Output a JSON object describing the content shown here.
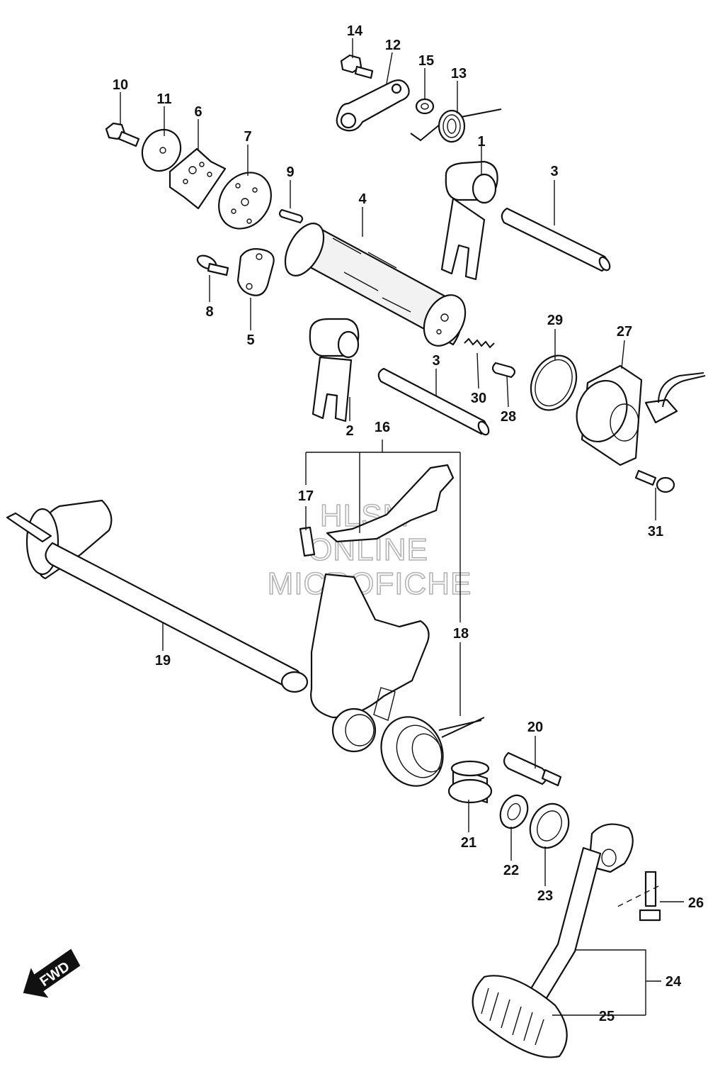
{
  "diagram": {
    "callouts": [
      "1",
      "2",
      "3",
      "3",
      "4",
      "5",
      "6",
      "7",
      "8",
      "9",
      "10",
      "11",
      "12",
      "13",
      "14",
      "15",
      "16",
      "17",
      "18",
      "19",
      "20",
      "21",
      "22",
      "23",
      "24",
      "25",
      "26",
      "27",
      "28",
      "29",
      "30",
      "31"
    ],
    "watermark": [
      "HLSM",
      "ONLINE",
      "MICROFICHE"
    ],
    "direction_marker": "FWD"
  }
}
